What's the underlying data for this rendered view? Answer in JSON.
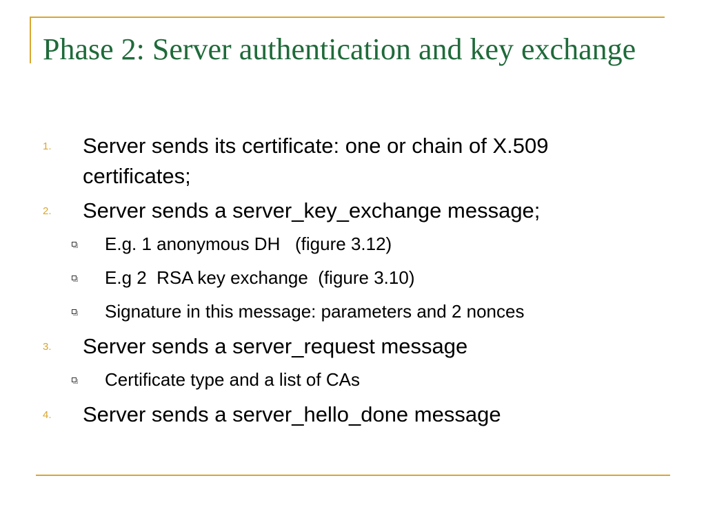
{
  "slide": {
    "title": "Phase 2: Server authentication and key exchange",
    "accent_color": "#d9a62e",
    "title_color": "#1f6a3a",
    "items": [
      {
        "number": "1.",
        "text": "Server sends its certificate: one or chain of X.509 certificates;"
      },
      {
        "number": "2.",
        "text": "Server sends a server_key_exchange message;"
      },
      {
        "sub": "E.g. 1 anonymous DH   (figure 3.12)"
      },
      {
        "sub": "E.g 2  RSA key exchange  (figure 3.10)"
      },
      {
        "sub": "Signature in this message: parameters and 2 nonces"
      },
      {
        "number": "3.",
        "text": "Server sends a server_request message"
      },
      {
        "sub": "Certificate type and a list of CAs"
      },
      {
        "number": "4.",
        "text": "Server sends a server_hello_done message"
      }
    ]
  }
}
